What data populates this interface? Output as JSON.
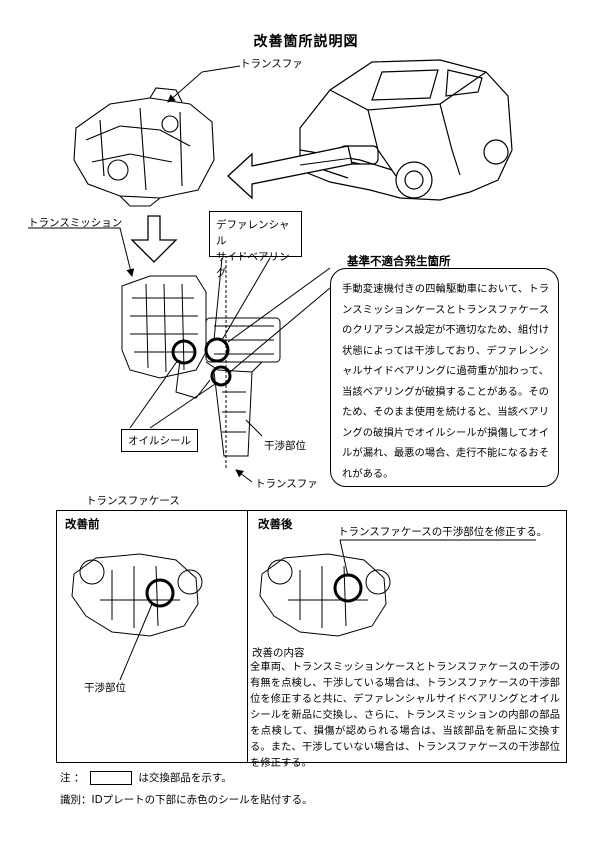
{
  "title": "改善箇所説明図",
  "labels": {
    "transfer_top": "トランスファ",
    "transmission": "トランスミッション",
    "diff_bearing_line1": "デファレンシャル",
    "diff_bearing_line2": "サイドベアリング",
    "oil_seal": "オイルシール",
    "interference": "干渉部位",
    "transfer_bottom": "トランスファ"
  },
  "defect": {
    "title": "基準不適合発生箇所",
    "text": "手動変速機付きの四輪駆動車において、トランスミッションケースとトランスファケースのクリアランス設定が不適切なため、組付け状態によっては干渉しており、デファレンシャルサイドベアリングに過荷重が加わって、当該ベアリングが破損することがある。そのため、そのまま使用を続けると、当該ベアリングの破損片でオイルシールが損傷してオイルが漏れ、最悪の場合、走行不能になるおそれがある。"
  },
  "transfer_case_label": "トランスファケース",
  "before": {
    "header": "改善前",
    "interference": "干渉部位"
  },
  "after": {
    "header": "改善後",
    "note": "トランスファケースの干渉部位を修正する。",
    "content_title": "改善の内容",
    "content_body": "全車両、トランスミッションケースとトランスファケースの干渉の有無を点検し、干渉している場合は、トランスファケースの干渉部位を修正すると共に、デファレンシャルサイドベアリングとオイルシールを新品に交換し、さらに、トランスミッションの内部の部品を点検して、損傷が認められる場合は、当該部品を新品に交換する。また、干渉していない場合は、トランスファケースの干渉部位を修正する。"
  },
  "footer": {
    "note_prefix": "注  ：",
    "note_suffix": "は交換部品を示す。",
    "identification": "識別：IDプレートの下部に赤色のシールを貼付する。"
  }
}
